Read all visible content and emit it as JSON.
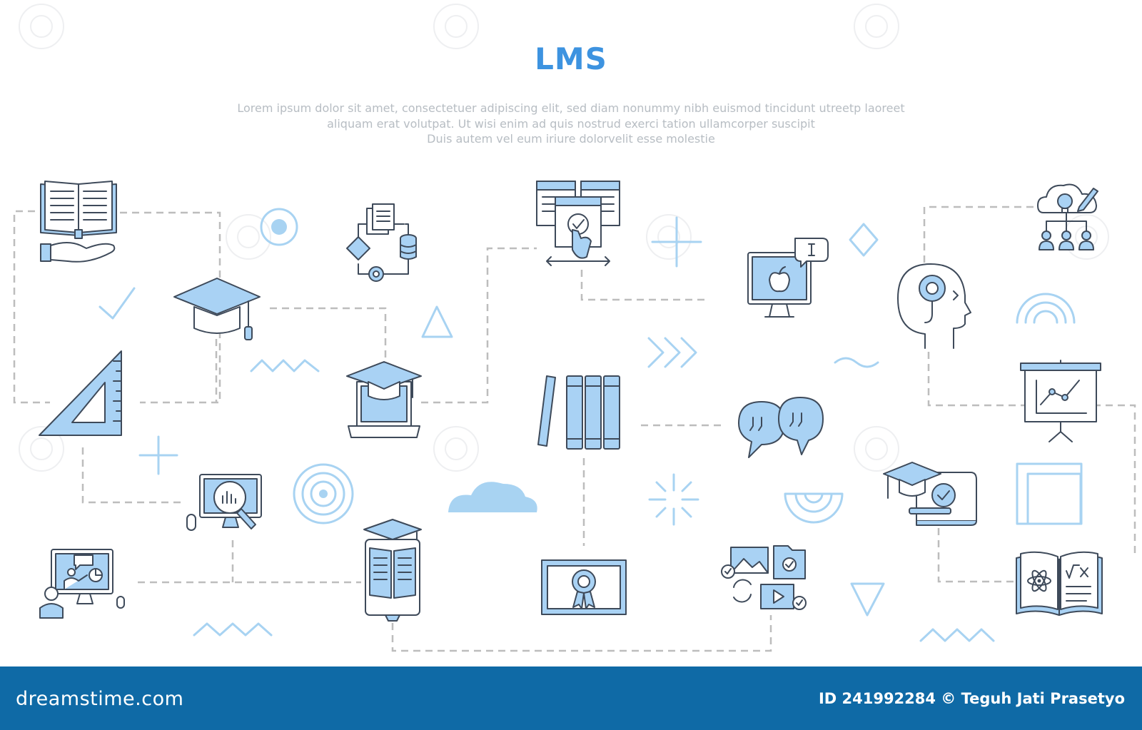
{
  "title": "LMS",
  "description": [
    "Lorem ipsum dolor sit amet, consectetuer adipiscing elit, sed diam nonummy nibh euismod tincidunt utreetp laoreet",
    "aliquam erat volutpat. Ut wisi enim ad  quis nostrud exerci tation ullamcorper suscipit",
    "Duis autem vel eum iriure dolorvelit esse molestie"
  ],
  "footer": {
    "site": "dreamstime.com",
    "credit": "ID 241992284 © Teguh Jati Prasetyo"
  },
  "colors": {
    "accent": "#3D93E0",
    "icon_fill": "#A9D2F4",
    "icon_stroke": "#3E4A5A",
    "connector": "#BDBDBD",
    "decor": "#A8D3F2",
    "footer": "#0F6AA6"
  },
  "icons": [
    "open-book-hand-icon",
    "graduation-cap-icon",
    "set-square-icon",
    "workflow-database-icon",
    "online-laptop-graduation-icon",
    "data-analysis-monitor-icon",
    "online-presentation-icon",
    "online-test-browser-icon",
    "books-stack-icon",
    "e-book-graduation-icon",
    "certificate-icon",
    "monitor-apple-icon",
    "quotes-chat-icon",
    "media-files-icon",
    "brain-gear-icon",
    "cloud-idea-network-icon",
    "presentation-board-chart-icon",
    "graduation-diploma-icon",
    "science-book-icon"
  ]
}
